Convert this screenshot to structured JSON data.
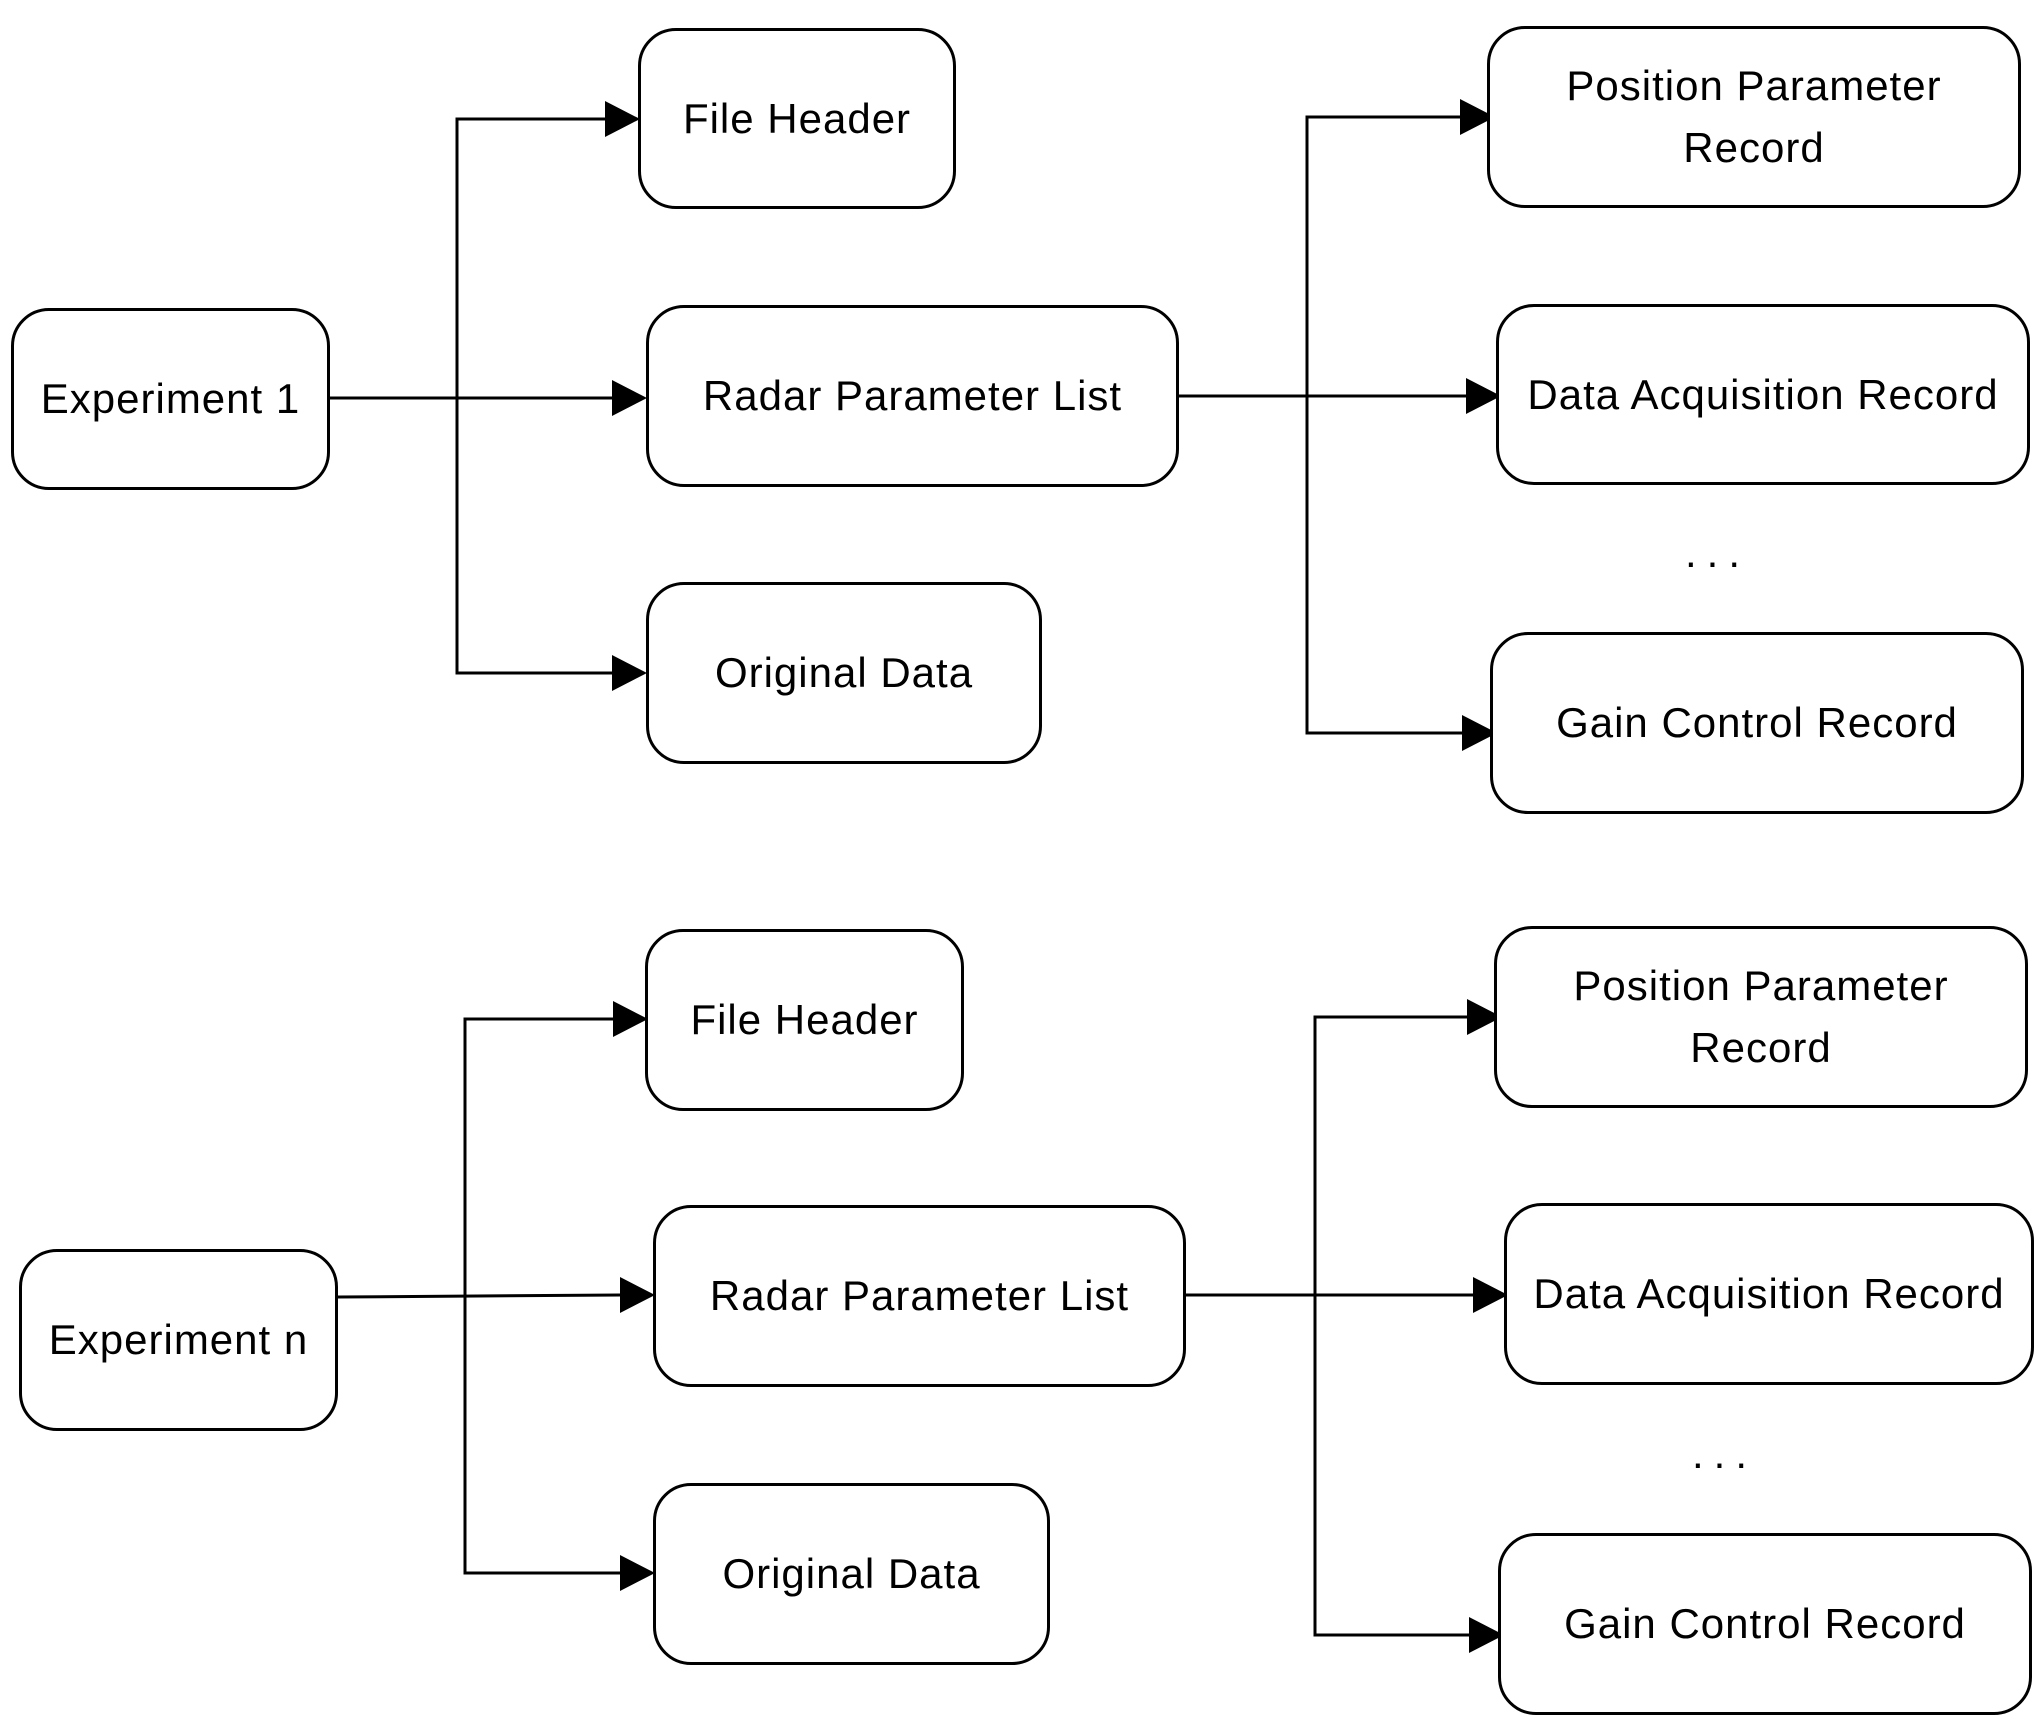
{
  "groups": [
    {
      "experiment": "Experiment 1",
      "file_header": "File Header",
      "radar_parameter_list": "Radar Parameter List",
      "original_data": "Original Data",
      "position_parameter_record": [
        "Position Parameter",
        "Record"
      ],
      "data_acquisition_record": "Data Acquisition Record",
      "ellipsis": "...",
      "gain_control_record": "Gain Control Record"
    },
    {
      "experiment": "Experiment n",
      "file_header": "File Header",
      "radar_parameter_list": "Radar Parameter List",
      "original_data": "Original Data",
      "position_parameter_record": [
        "Position Parameter",
        "Record"
      ],
      "data_acquisition_record": "Data Acquisition Record",
      "ellipsis": "...",
      "gain_control_record": "Gain Control Record"
    }
  ]
}
